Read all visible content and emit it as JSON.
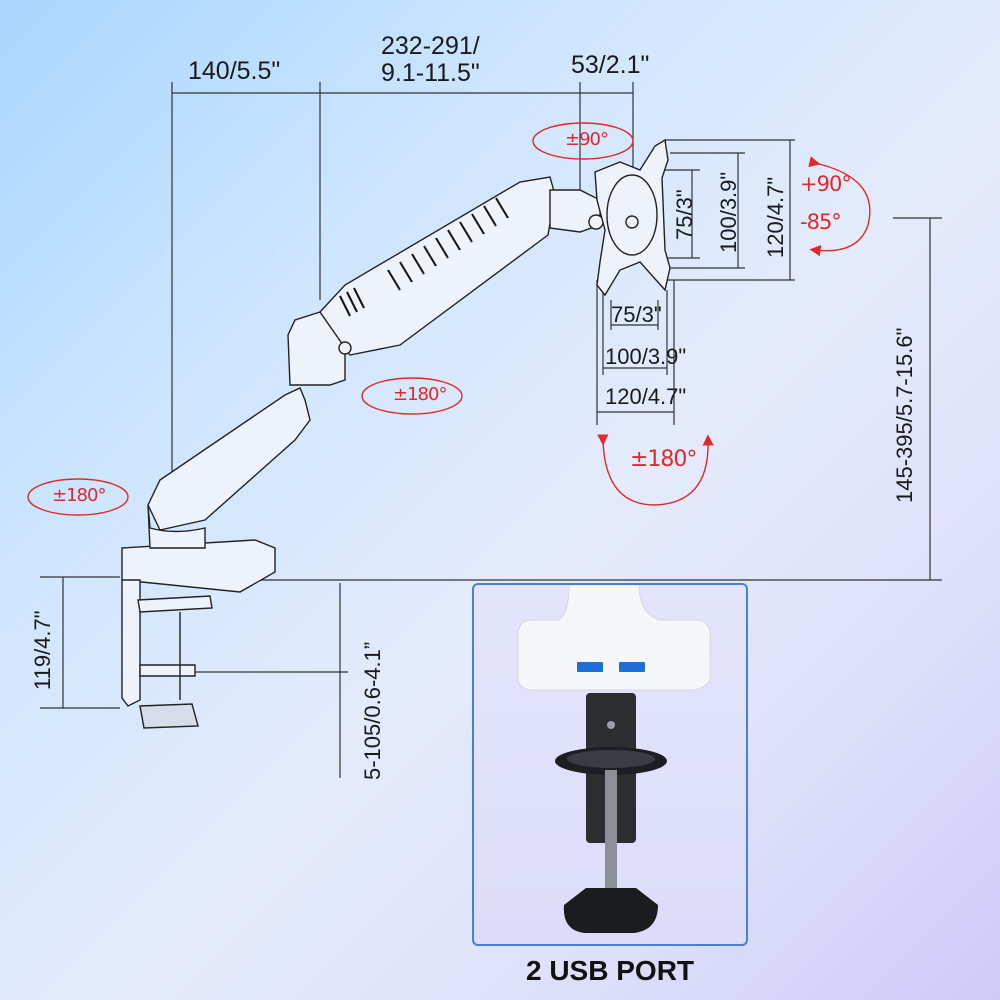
{
  "diagram": {
    "subject": "Gas spring monitor arm with C-clamp desk mount",
    "colors": {
      "dimension_text": "#1a1a1a",
      "rotation_annotation": "#e02a2a",
      "usb_frame": "#4a7fd6",
      "usb_port": "#2b8cf0"
    },
    "horizontal_dimensions": [
      {
        "id": "base_to_elbow",
        "label": "140/5.5\""
      },
      {
        "id": "arm_reach_line1",
        "label": "232-291/"
      },
      {
        "id": "arm_reach_line2",
        "label": "9.1-11.5\""
      },
      {
        "id": "tilt_head",
        "label": "53/2.1\""
      }
    ],
    "vesa_vertical": [
      {
        "id": "vesa75_v",
        "label": "75/3\""
      },
      {
        "id": "vesa100_v",
        "label": "100/3.9\""
      },
      {
        "id": "vesa120_v",
        "label": "120/4.7\""
      }
    ],
    "vesa_horizontal": [
      {
        "id": "vesa75_h",
        "label": "75/3\""
      },
      {
        "id": "vesa100_h",
        "label": "100/3.9\""
      },
      {
        "id": "vesa120_h",
        "label": "120/4.7\""
      }
    ],
    "height_range": {
      "label": "145-395/5.7-15.6\""
    },
    "clamp_height": {
      "label": "119/4.7\""
    },
    "desk_thickness": {
      "label": "5-105/0.6-4.1”"
    },
    "rotations": {
      "swivel_head": "±90°",
      "tilt_up": "+90°",
      "tilt_down": "-85°",
      "elbow": "±180°",
      "base": "±180°",
      "screen_rotation": "±180°"
    },
    "usb_inset": {
      "caption": "2 USB PORT",
      "port_count": 2
    }
  }
}
